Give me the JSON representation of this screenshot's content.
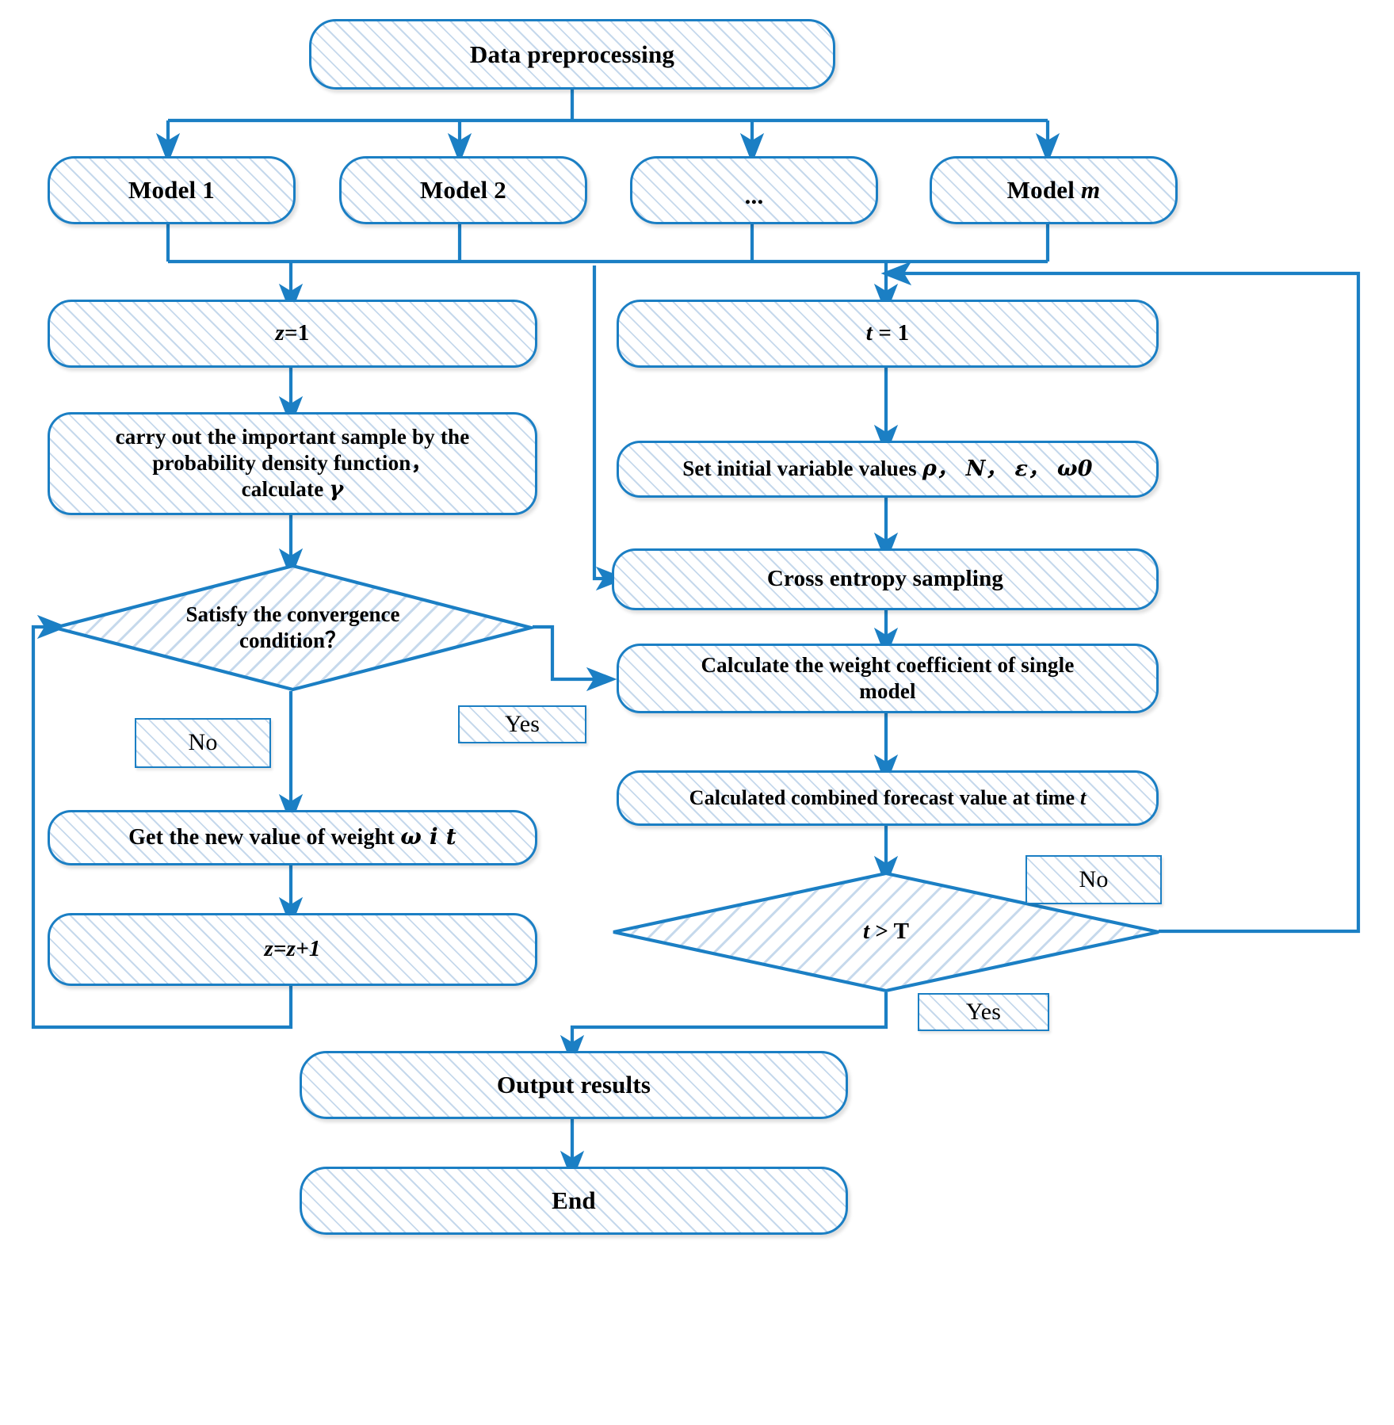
{
  "diagram": {
    "title": "Combined forecasting model flowchart",
    "accent_color": "#1b7fc4",
    "hatch_color": "#96b9dc",
    "text_color": "#000000",
    "background": "#ffffff"
  },
  "nodes": {
    "data_preprocessing": "Data preprocessing",
    "model_1": "Model 1",
    "model_2": "Model 2",
    "model_ellipsis": "...",
    "model_m_prefix": "Model ",
    "model_m_var": "m",
    "z_init_var": "z",
    "z_init_rest": "=1",
    "t_init_var": "t",
    "t_init_rest": " =  1",
    "important_sample_line1": "carry out the important sample by the",
    "important_sample_line2": "probability density function，",
    "important_sample_line3_prefix": "calculate ",
    "important_sample_line3_sym": "γ",
    "set_initial_prefix": "Set initial variable values ",
    "set_initial_symbols": "ρ，  N，  ε，  ω0",
    "cross_entropy": "Cross entropy sampling",
    "convergence_line1": "Satisfy the convergence",
    "convergence_line2": "condition？",
    "weight_coefficient_line1": "Calculate the weight coefficient of single",
    "weight_coefficient_line2": "model",
    "combined_forecast_prefix": "Calculated combined forecast value at time ",
    "combined_forecast_var": "t",
    "new_weight_prefix": "Get the new value of weight ",
    "new_weight_sym": "ω i t",
    "z_increment": "z=z+1",
    "t_gt_T_left": "t",
    "t_gt_T_right": " > T",
    "output_results": "Output results",
    "end": "End"
  },
  "labels": {
    "no_left": "No",
    "yes_left": "Yes",
    "no_right": "No",
    "yes_right": "Yes"
  }
}
